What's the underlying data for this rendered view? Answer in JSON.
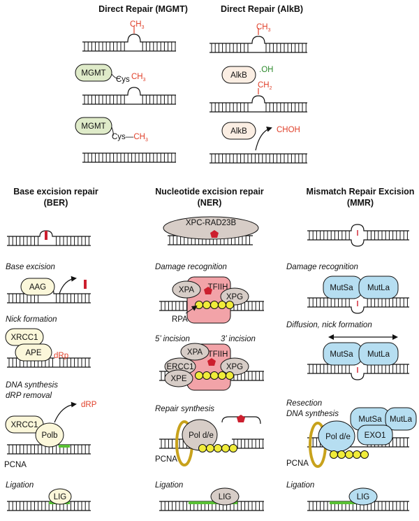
{
  "direct_mgmt": {
    "title": "Direct Repair (MGMT)",
    "ch3": "CH",
    "ch3_sub": "3",
    "mgmt": "MGMT",
    "cys": "Cys",
    "cys_dash": "Cys—"
  },
  "direct_alkb": {
    "title": "Direct Repair (AlkB)",
    "ch3": "CH",
    "ch3_sub": "3",
    "alkb": "AlkB",
    "oh": ".OH",
    "ch2": "CH",
    "ch2_sub": "2",
    "choh": "CHOH"
  },
  "ber": {
    "title_line1": "Base excision repair",
    "title_line2": "(BER)",
    "step_base_excision": "Base excision",
    "aag": "AAG",
    "step_nick": "Nick formation",
    "xrcc1": "XRCC1",
    "ape": "APE",
    "drp_small": "dRp",
    "step_synth1": "DNA synthesis",
    "step_synth2": "dRP removal",
    "polb": "Polb",
    "drp": "dRP",
    "pcna": "PCNA",
    "step_ligation": "Ligation",
    "lig": "LIG"
  },
  "ner": {
    "title_line1": "Nucleotide excision repair",
    "title_line2": "(NER)",
    "xpc": "XPC-RAD23B",
    "step_damage": "Damage recognition",
    "xpa": "XPA",
    "tfiih": "TFIIH",
    "xpg": "XPG",
    "rpa": "RPA",
    "incision5": "5’ incision",
    "incision3": "3’ incision",
    "ercc1": "ERCC1",
    "xpe": "XPE",
    "step_repair": "Repair synthesis",
    "pol": "Pol d/e",
    "pcna": "PCNA",
    "step_ligation": "Ligation",
    "lig": "LIG"
  },
  "mmr": {
    "title_line1": "Mismatch Repair Excision",
    "title_line2": "(MMR)",
    "step_damage": "Damage recognition",
    "mutsa": "MutSa",
    "mutla": "MutLa",
    "step_diffusion": "Diffusion, nick formation",
    "step_resection1": "Resection",
    "step_resection2": "DNA synthesis",
    "pol": "Pol d/e",
    "exo1": "EXO1",
    "pcna": "PCNA",
    "step_ligation": "Ligation",
    "lig": "LIG"
  }
}
